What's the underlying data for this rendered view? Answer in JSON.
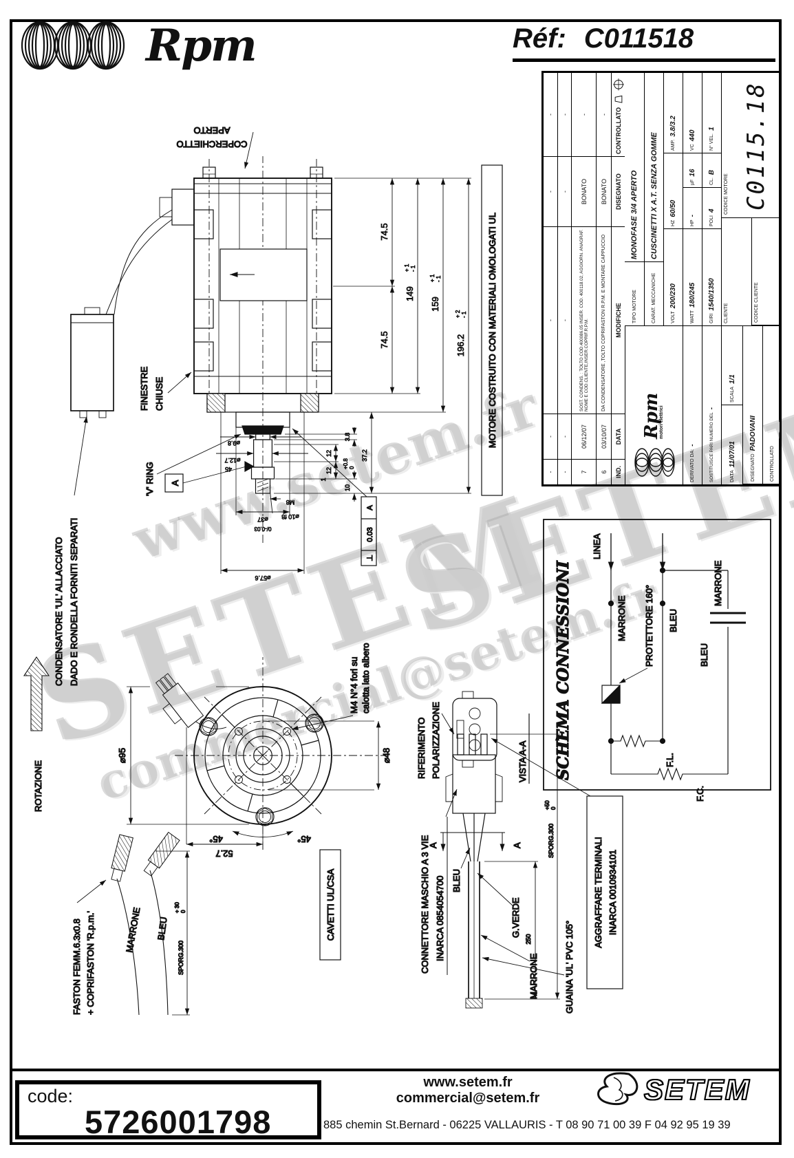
{
  "header": {
    "brand": "Rpm",
    "ref_label": "Réf:",
    "ref_value": "C011518"
  },
  "watermarks": {
    "w1": "www.setem.fr",
    "w2": "SETEM",
    "w3": "commercial@setem.fr",
    "w4": "SETEM"
  },
  "drawing": {
    "rotazione": "ROTAZIONE",
    "d95": "⌀95",
    "a45a": "45°",
    "a45b": "45°",
    "d527": "52.7",
    "d48": "⌀48",
    "m41": "M4 N°4 fori su",
    "m42": "calotta lato albero",
    "rif1": "RIFERIMENTO",
    "rif2": "POLARIZZAZIONE",
    "vista": "VISTA A-A",
    "cavetti": "CAVETTI UL/CSA",
    "conn1": "CONNETTORE MASCHIO A 3 VIE",
    "conn2": "INARCA 0854054700",
    "bleu": "BLEU",
    "gverde": "G.VERDE",
    "marrone": "MARRONE",
    "guaina": "GUAINA 'UL' PVC 105°",
    "d250": "250",
    "sporg50": "SPORG.300",
    "sporg50p": "+50",
    "sporg50m": "0",
    "aggr1": "AGGRAFFARE TERMINALI",
    "aggr2": "INARCA 0010934101",
    "secA1": "A",
    "secA2": "A",
    "fast1": "FASTON FEMM.6.3x0.8",
    "fast2": "+ COPRIFASTON 'R.p.m.'",
    "fmar": "MARRONE",
    "fbleu": "BLEU",
    "sporg30": "SPORG.300",
    "sporg30p": "+ 30",
    "sporg30m": "0",
    "cond1": "CONDENSATORE 'UL' ALLACCIATO",
    "cond2": "DADO E RONDELLA FORNITI SEPARATI",
    "fin1": "FINESTRE",
    "fin2": "CHIUSE",
    "vring": "'V' RING",
    "datum": "A",
    "fcf_t": "⊥",
    "fcf_v": "0.03",
    "fcf_d": "A",
    "cop1": "COPERCHIETTO",
    "cop2": "APERTO",
    "motore_ul": "MOTORE COSTRUITO CON MATERIALI OMOLOGATI UL",
    "d745a": "74.5",
    "d745b": "74.5",
    "d149": "149",
    "d149p": "+ 1",
    "d149m": "- 1",
    "d159": "159",
    "d159p": "+ 1",
    "d159m": "- 1",
    "d196": "196.2",
    "d196p": "+ 2",
    "d196m": "- 1",
    "d372": "37.2",
    "d10": "10",
    "d10p": "+0.8",
    "d10m": "0",
    "d38": "3.8",
    "d12a": "12",
    "d12b": "12",
    "d1": "1",
    "d98": "⌀9.8",
    "d127": "⌀12.7",
    "d45": "45",
    "d37": "⌀37",
    "d37t": "0/-0.03",
    "dm8": "M8",
    "d10f8": "⌀10 f8",
    "d576": "⌀57.6"
  },
  "schema": {
    "title": "SCHEMA CONNESSIONI",
    "linea": "LINEA",
    "marrone": "MARRONE",
    "bleu": "BLEU",
    "prot": "PROTETTORE 160°",
    "fl": "F.L.",
    "fc": "F.C.",
    "cbleu": "BLEU",
    "cmar": "MARRONE"
  },
  "titleblock": {
    "rev_header": {
      "ind": "IND.",
      "data": "DATA",
      "mod": "MODIFICHE",
      "dis": "DISEGNATO",
      "ctr": "CONTROLLATO"
    },
    "rev_rows": [
      {
        "ind": "-",
        "data": "-",
        "mod": "-",
        "dis": "-",
        "ctr": "-"
      },
      {
        "ind": "-",
        "data": "-",
        "mod": "-",
        "dis": "-",
        "ctr": "-"
      },
      {
        "ind": "7",
        "data": "06/12/07",
        "mod": "SOST. CONDENS. : TOLTO COD.400086.05 INSER. COD. 400118.02, AGGIORN. ANAGRAF. NOME E COD.CLIENTE,INSER.COPRIF.R.P.M.",
        "dis": "BONATO",
        "ctr": "-"
      },
      {
        "ind": "6",
        "data": "03/10/07",
        "mod": "DA CONDENSATORE ,TOLTO COPRIFASTON R.P.M. E MONTARE CAPPUCCIO",
        "dis": "BONATO",
        "ctr": "-"
      }
    ],
    "logo_brand": "Rpm",
    "logo_sub": "motori elettrici",
    "tipo_label": "TIPO MOTORE",
    "tipo_value": "MONOFASE 3/4 APERTO",
    "carat_label": "CARAT. MECCANICHE",
    "carat_value": "CUSCINETTI X A.T. SENZA GOMME",
    "volt_label": "VOLT",
    "volt": "200/230",
    "hz_label": "HZ",
    "hz": "60/50",
    "amp_label": "AMP.",
    "amp": "3.8/3.2",
    "watt_label": "WATT",
    "watt": "180/245",
    "hp_label": "HP",
    "hp": "-",
    "uf_label": "µF",
    "uf": "16",
    "vc_label": "VC",
    "vc": "440",
    "giri_label": "GIRI",
    "giri": "1540/1350",
    "poli_label": "POLI",
    "poli": "4",
    "cl_label": "CL.",
    "cl": "B",
    "nvel_label": "N° VEL.",
    "nvel": "1",
    "derivato_label": "DERIVATO DA:",
    "derivato_v": "-",
    "sostituisce_label": "SOSTITUISCE PARI NUMERO DEL",
    "sostituisce_v": "-",
    "data_label": "DATA",
    "data_v": "11/07/01",
    "scala_label": "SCALA",
    "scala_v": "1/1",
    "disegnato_label": "DISEGNATO",
    "disegnato_v": "PADOVANI",
    "controllato_label": "CONTROLLATO",
    "cliente_label": "CLIENTE",
    "cod_cliente_label": "CODICE CLIENTE",
    "cod_motore_label": "CODICE MOTORE",
    "cod_motore_value": "C0115.18"
  },
  "footer": {
    "code_label": "code:",
    "code_value": "5726001798",
    "website": "www.setem.fr",
    "email": "commercial@setem.fr",
    "address": "885 chemin St.Bernard  -  06225 VALLAURIS  -  T 08 90 71 00 39   F 04 92 95 19 39",
    "brand": "SETEM"
  }
}
